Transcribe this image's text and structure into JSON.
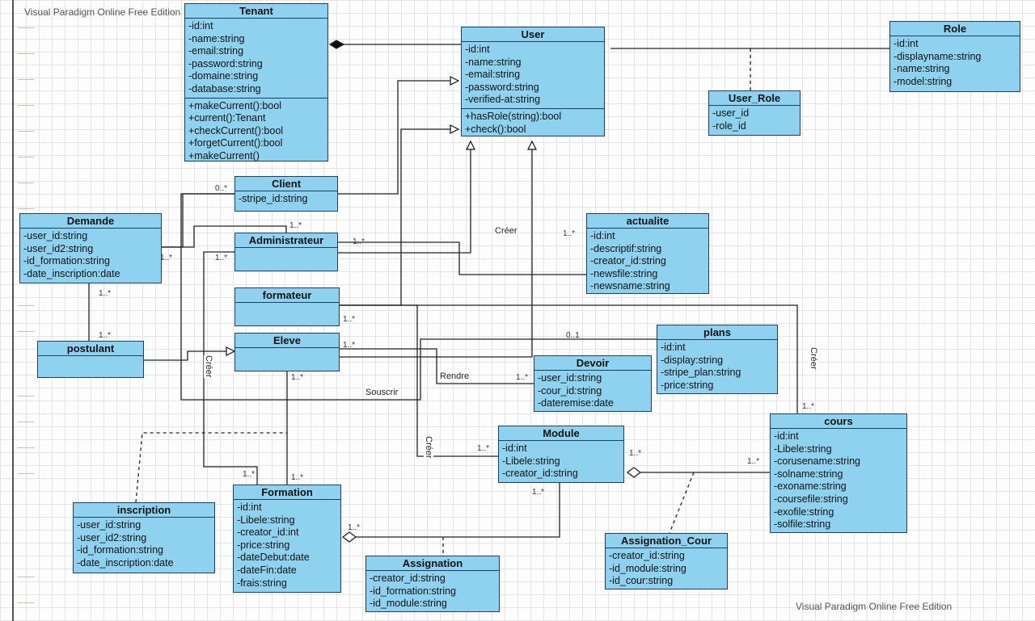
{
  "watermark_top": "Visual Paradigm Online Free Edition",
  "watermark_bottom": "Visual Paradigm Online Free Edition",
  "classes": {
    "tenant": {
      "name": "Tenant",
      "attributes": [
        "-id:int",
        "-name:string",
        "-email:string",
        "-password:string",
        "-domaine:string",
        "-database:string"
      ],
      "operations": [
        "+makeCurrent():bool",
        "+current():Tenant",
        "+checkCurrent():bool",
        "+forgetCurrent():bool",
        "+makeCurrent()"
      ]
    },
    "user": {
      "name": "User",
      "attributes": [
        "-id:int",
        "-name:string",
        "-email:string",
        "-password:string",
        "-verified-at:string"
      ],
      "operations": [
        "+hasRole(string):bool",
        "+check():bool"
      ]
    },
    "role": {
      "name": "Role",
      "attributes": [
        "-id:int",
        "-displayname:string",
        "-name:string",
        "-model:string"
      ]
    },
    "user_role": {
      "name": "User_Role",
      "attributes": [
        "-user_id",
        "-role_id"
      ]
    },
    "client": {
      "name": "Client",
      "attributes": [
        "-stripe_id:string"
      ]
    },
    "demande": {
      "name": "Demande",
      "attributes": [
        "-user_id:string",
        "-user_id2:string",
        "-id_formation:string",
        "-date_inscription:date"
      ]
    },
    "administrateur": {
      "name": "Administrateur",
      "attributes": []
    },
    "formateur": {
      "name": "formateur",
      "attributes": []
    },
    "eleve": {
      "name": "Eleve",
      "attributes": []
    },
    "postulant": {
      "name": "postulant",
      "attributes": []
    },
    "actualite": {
      "name": "actualite",
      "attributes": [
        "-id:int",
        "-descriptif:string",
        "-creator_id:string",
        "-newsfile:string",
        "-newsname:string"
      ]
    },
    "plans": {
      "name": "plans",
      "attributes": [
        "-id:int",
        "-display:string",
        "-stripe_plan:string",
        "-price:string"
      ]
    },
    "devoir": {
      "name": "Devoir",
      "attributes": [
        "-user_id:string",
        "-cour_id:string",
        "-dateremise:date"
      ]
    },
    "module": {
      "name": "Module",
      "attributes": [
        "-id:int",
        "-Libele:string",
        "-creator_id:string"
      ]
    },
    "cours": {
      "name": "cours",
      "attributes": [
        "-id:int",
        "-Libele:string",
        "-corusename:string",
        "-solname:string",
        "-exoname:string",
        "-coursefile:string",
        "-exofile:string",
        "-solfile:string"
      ]
    },
    "formation": {
      "name": "Formation",
      "attributes": [
        "-id:int",
        "-Libele:string",
        "-creator_id:int",
        "-price:string",
        "-dateDebut:date",
        "-dateFin:date",
        "-frais:string"
      ]
    },
    "inscription": {
      "name": "inscription",
      "attributes": [
        "-user_id:string",
        "-user_id2:string",
        "-id_formation:string",
        "-date_inscription:date"
      ]
    },
    "assignation": {
      "name": "Assignation",
      "attributes": [
        "-creator_id:string",
        "-id_formation:string",
        "-id_module:string"
      ]
    },
    "assignation_cour": {
      "name": "Assignation_Cour",
      "attributes": [
        "-creator_id:string",
        "-id_module:string",
        "-id_cour:string"
      ]
    }
  },
  "association_labels": {
    "creer_actualite": "Créer",
    "creer_cours": "Créer",
    "creer_module": "Créer",
    "creer_formation": "Créer",
    "rendre": "Rendre",
    "souscrir": "Souscrir"
  },
  "multiplicities": {
    "client_zero_many": "0..*",
    "demande_one_many_a": "1..*",
    "demande_one_many_b": "1..*",
    "admin_one_many_a": "1..*",
    "admin_one_many_b": "1..*",
    "admin_one_many_c": "1..*",
    "actualite_one_many": "1..*",
    "formateur_one_many": "1..*",
    "eleve_one_many_a": "1..*",
    "eleve_one_many_b": "1..*",
    "postulant_one_many": "1..*",
    "plans_zero_one": "0..1",
    "devoir_one_many": "1..*",
    "module_one_many_a": "1..*",
    "module_one_many_b": "1..*",
    "module_one_many_c": "1..*",
    "cours_one_many_a": "1..*",
    "cours_one_many_b": "1..*",
    "formation_one_many_a": "1..*",
    "formation_one_many_b": "1..*",
    "formation_one_many_c": "1..*"
  }
}
